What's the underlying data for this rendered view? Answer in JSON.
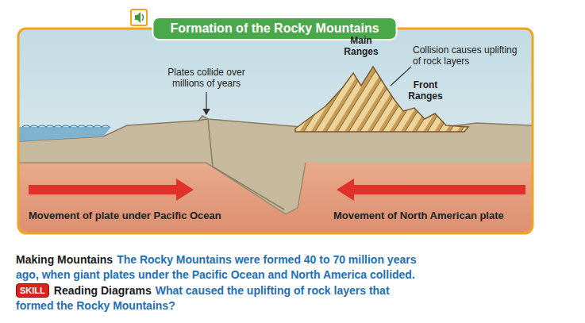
{
  "diagram": {
    "title": "Formation of the Rocky Mountains",
    "nodes": [
      {
        "text": [
          "SKILL"
        ]
      }
    ],
    "labels": [
      "Plates collide over millions of years",
      "Main Ranges",
      "Collision causes uplifting of rock layers",
      "Front Ranges",
      "Movement of plate under Pacific Ocean",
      "Movement of North American plate",
      "Making Mountains",
      "The Rocky Mountains were formed 40 to 70 million years ago, when giant plates under the Pacific Ocean and North America collided.",
      "Reading Diagrams",
      "What caused the uplifting of rock layers that formed the Rocky Mountains?"
    ]
  }
}
